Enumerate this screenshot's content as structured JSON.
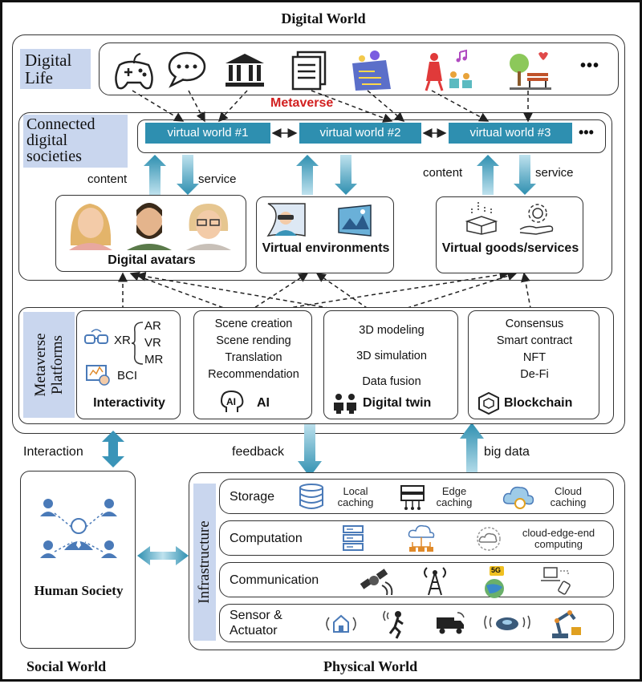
{
  "titles": {
    "digital_world": "Digital World",
    "social_world": "Social World",
    "physical_world": "Physical World"
  },
  "digital_life": {
    "label": "Digital Life",
    "ellipsis": "•••",
    "icons": [
      "gamepad-icon",
      "chat-icon",
      "bank-icon",
      "document-icon",
      "tech-card-icon",
      "concert-icon",
      "park-icon"
    ]
  },
  "metaverse": {
    "label": "Metaverse"
  },
  "connected": {
    "label": "Connected digital societies"
  },
  "virtual_worlds": [
    "virtual world #1",
    "virtual world #2",
    "virtual world #3"
  ],
  "vw_ellipsis": "•••",
  "flows": {
    "content_left": "content",
    "service_left": "service",
    "content_right": "content",
    "service_right": "service"
  },
  "outcomes": [
    {
      "label": "Digital avatars"
    },
    {
      "label": "Virtual environments"
    },
    {
      "label": "Virtual goods/services"
    }
  ],
  "platforms": {
    "label": "Metaverse Platforms",
    "interactivity": {
      "xr": "XR",
      "ar": "AR",
      "vr": "VR",
      "mr": "MR",
      "bci": "BCI",
      "caption": "Interactivity"
    },
    "ai": {
      "items": [
        "Scene creation",
        "Scene rending",
        "Translation",
        "Recommendation"
      ],
      "caption": "AI",
      "icon_text": "AI"
    },
    "twin": {
      "items": [
        "3D modeling",
        "3D simulation",
        "Data fusion"
      ],
      "caption": "Digital twin"
    },
    "blockchain": {
      "items": [
        "Consensus",
        "Smart contract",
        "NFT",
        "De-Fi"
      ],
      "caption": "Blockchain"
    }
  },
  "arrows": {
    "interaction": "Interaction",
    "feedback": "feedback",
    "big_data": "big data"
  },
  "human_society": "Human Society",
  "infrastructure": {
    "label": "Infrastructure",
    "storage": {
      "label": "Storage",
      "local": "Local caching",
      "edge": "Edge caching",
      "cloud": "Cloud caching"
    },
    "computation": {
      "label": "Computation",
      "cec": "cloud-edge-end computing"
    },
    "communication": {
      "label": "Communication",
      "fiveg": "5G"
    },
    "sensor": {
      "label": "Sensor & Actuator"
    }
  },
  "colors": {
    "accent": "#2e8fb0",
    "label_bg": "#c9d6ee",
    "metaverse_red": "#d22020",
    "icon_blue": "#4a7ab8"
  }
}
